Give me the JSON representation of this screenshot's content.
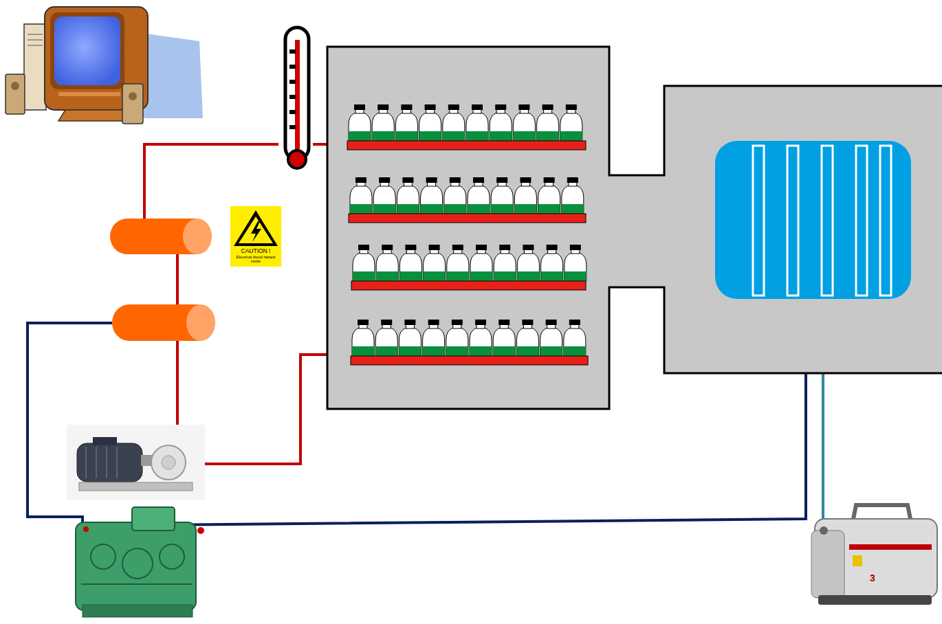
{
  "diagram": {
    "labels": [
      "CAUTION !",
      "Electrical shock hazard inside",
      "3"
    ]
  }
}
